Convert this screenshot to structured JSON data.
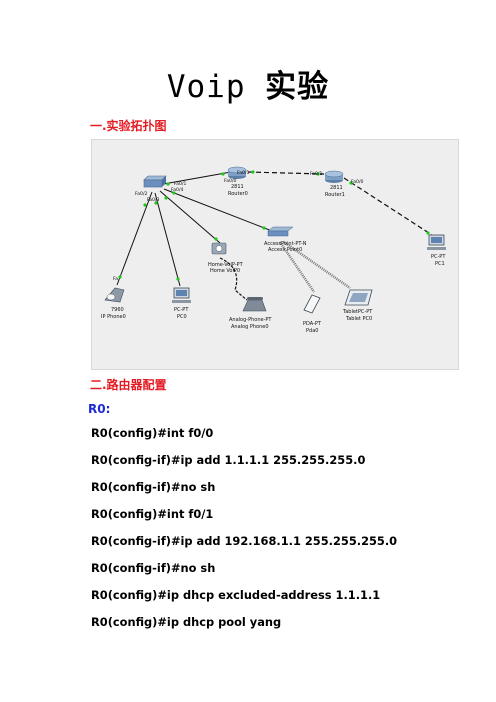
{
  "doc": {
    "title_latin": "Voip",
    "title_cn": "实验",
    "section1": "一.实验拓扑图",
    "section2": "二.路由器配置",
    "r0_label": "R0:"
  },
  "colors": {
    "section_heading": "#e31b23",
    "router_label": "#1d2ad6",
    "link_ok": "#22c61f",
    "diagram_bg": "#eeeeee"
  },
  "topology": {
    "switch_ports": [
      "Fa0/1",
      "Fa0/2",
      "Fa0/3",
      "Fa0/4"
    ],
    "router0": {
      "model": "2811",
      "name": "Router0",
      "ports": [
        "Fa0/0",
        "Fa0/1"
      ]
    },
    "router1": {
      "model": "2811",
      "name": "Router1",
      "ports": [
        "Fa0/1",
        "Fa0/0"
      ]
    },
    "pc1": {
      "model": "PC-PT",
      "name": "PC1"
    },
    "home_voip": {
      "model": "Home-VoIP-PT",
      "name": "Home VoIP0"
    },
    "access_point": {
      "model": "AccessPoint-PT-N",
      "name": "Access Point0"
    },
    "ip_phone": {
      "model": "7960",
      "name": "IP Phone0",
      "port": "Fa"
    },
    "pc0": {
      "model": "PC-PT",
      "name": "PC0"
    },
    "analog_phone": {
      "model": "Analog-Phone-PT",
      "name": "Analog Phone0"
    },
    "pda": {
      "model": "PDA-PT",
      "name": "Pda0"
    },
    "tablet": {
      "model": "TabletPC-PT",
      "name": "Tablet PC0"
    }
  },
  "commands": [
    "R0(config)#int f0/0",
    "R0(config-if)#ip add 1.1.1.1 255.255.255.0",
    "R0(config-if)#no sh",
    "R0(config)#int f0/1",
    "R0(config-if)#ip add 192.168.1.1 255.255.255.0",
    "R0(config-if)#no sh",
    "R0(config)#ip dhcp excluded-address 1.1.1.1",
    "R0(config)#ip dhcp pool yang"
  ]
}
